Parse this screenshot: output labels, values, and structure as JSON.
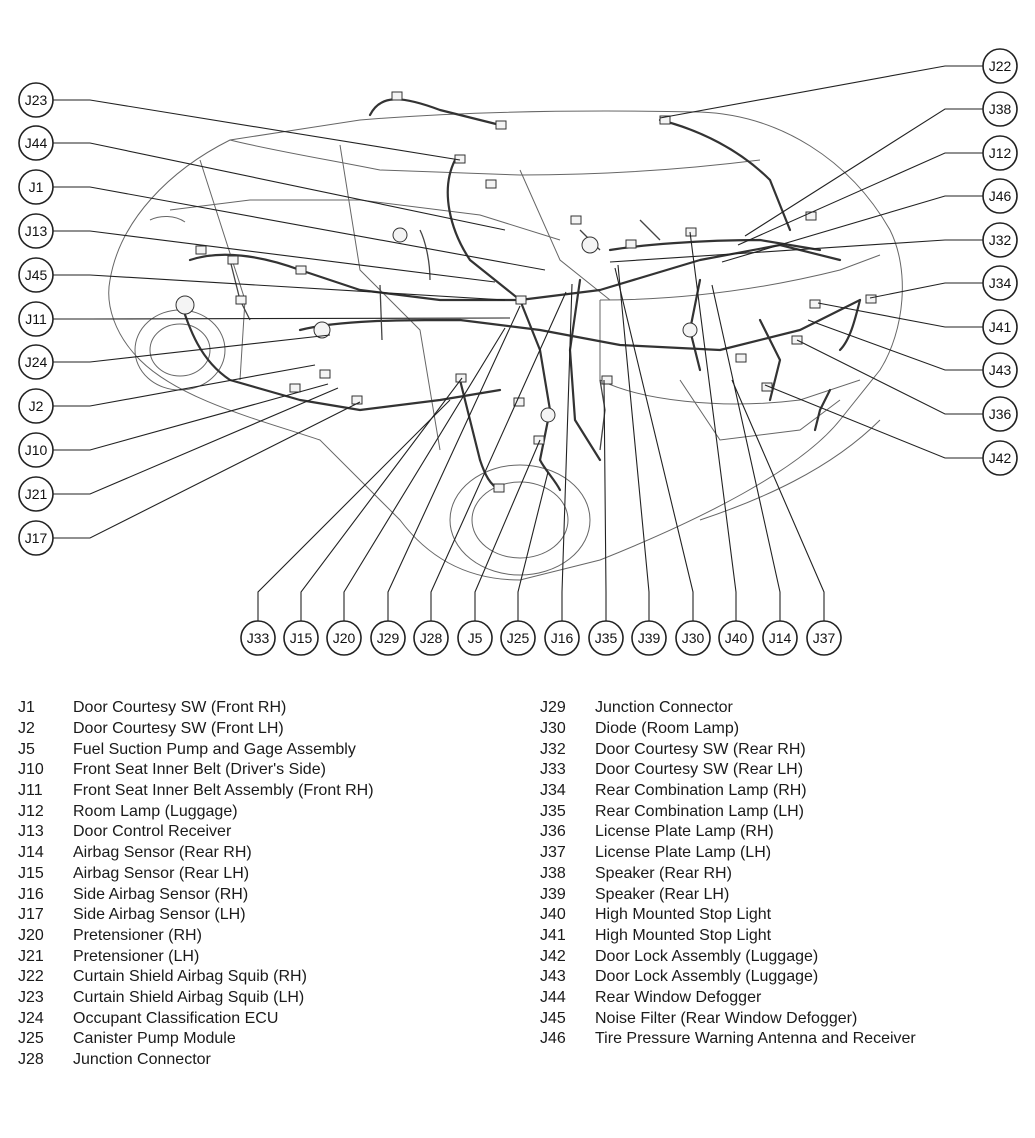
{
  "callouts": [
    {
      "code": "J23"
    },
    {
      "code": "J44"
    },
    {
      "code": "J1"
    },
    {
      "code": "J13"
    },
    {
      "code": "J45"
    },
    {
      "code": "J11"
    },
    {
      "code": "J24"
    },
    {
      "code": "J2"
    },
    {
      "code": "J10"
    },
    {
      "code": "J21"
    },
    {
      "code": "J17"
    },
    {
      "code": "J22"
    },
    {
      "code": "J38"
    },
    {
      "code": "J12"
    },
    {
      "code": "J46"
    },
    {
      "code": "J32"
    },
    {
      "code": "J34"
    },
    {
      "code": "J41"
    },
    {
      "code": "J43"
    },
    {
      "code": "J36"
    },
    {
      "code": "J42"
    },
    {
      "code": "J33"
    },
    {
      "code": "J15"
    },
    {
      "code": "J20"
    },
    {
      "code": "J29"
    },
    {
      "code": "J28"
    },
    {
      "code": "J5"
    },
    {
      "code": "J25"
    },
    {
      "code": "J16"
    },
    {
      "code": "J35"
    },
    {
      "code": "J39"
    },
    {
      "code": "J30"
    },
    {
      "code": "J40"
    },
    {
      "code": "J14"
    },
    {
      "code": "J37"
    }
  ],
  "legend": {
    "left": [
      {
        "code": "J1",
        "desc": "Door Courtesy SW (Front RH)"
      },
      {
        "code": "J2",
        "desc": "Door Courtesy SW (Front LH)"
      },
      {
        "code": "J5",
        "desc": "Fuel Suction Pump and Gage Assembly"
      },
      {
        "code": "J10",
        "desc": "Front Seat Inner Belt (Driver's Side)"
      },
      {
        "code": "J11",
        "desc": "Front Seat Inner Belt Assembly (Front RH)"
      },
      {
        "code": "J12",
        "desc": "Room Lamp (Luggage)"
      },
      {
        "code": "J13",
        "desc": "Door Control Receiver"
      },
      {
        "code": "J14",
        "desc": "Airbag Sensor (Rear RH)"
      },
      {
        "code": "J15",
        "desc": "Airbag Sensor (Rear LH)"
      },
      {
        "code": "J16",
        "desc": "Side Airbag Sensor (RH)"
      },
      {
        "code": "J17",
        "desc": "Side Airbag Sensor (LH)"
      },
      {
        "code": "J20",
        "desc": "Pretensioner (RH)"
      },
      {
        "code": "J21",
        "desc": "Pretensioner (LH)"
      },
      {
        "code": "J22",
        "desc": "Curtain Shield Airbag Squib (RH)"
      },
      {
        "code": "J23",
        "desc": "Curtain Shield Airbag Squib (LH)"
      },
      {
        "code": "J24",
        "desc": "Occupant Classification ECU"
      },
      {
        "code": "J25",
        "desc": "Canister Pump Module"
      },
      {
        "code": "J28",
        "desc": "Junction Connector"
      }
    ],
    "right": [
      {
        "code": "J29",
        "desc": "Junction Connector"
      },
      {
        "code": "J30",
        "desc": "Diode (Room Lamp)"
      },
      {
        "code": "J32",
        "desc": "Door Courtesy SW (Rear RH)"
      },
      {
        "code": "J33",
        "desc": "Door Courtesy SW (Rear LH)"
      },
      {
        "code": "J34",
        "desc": "Rear Combination Lamp (RH)"
      },
      {
        "code": "J35",
        "desc": "Rear Combination Lamp (LH)"
      },
      {
        "code": "J36",
        "desc": "License Plate Lamp (RH)"
      },
      {
        "code": "J37",
        "desc": "License Plate Lamp (LH)"
      },
      {
        "code": "J38",
        "desc": "Speaker (Rear RH)"
      },
      {
        "code": "J39",
        "desc": "Speaker (Rear LH)"
      },
      {
        "code": "J40",
        "desc": "High Mounted Stop Light"
      },
      {
        "code": "J41",
        "desc": "High Mounted Stop Light"
      },
      {
        "code": "J42",
        "desc": "Door Lock Assembly (Luggage)"
      },
      {
        "code": "J43",
        "desc": "Door Lock Assembly (Luggage)"
      },
      {
        "code": "J44",
        "desc": "Rear Window Defogger"
      },
      {
        "code": "J45",
        "desc": "Noise Filter (Rear Window Defogger)"
      },
      {
        "code": "J46",
        "desc": "Tire Pressure Warning Antenna and Receiver"
      }
    ]
  }
}
